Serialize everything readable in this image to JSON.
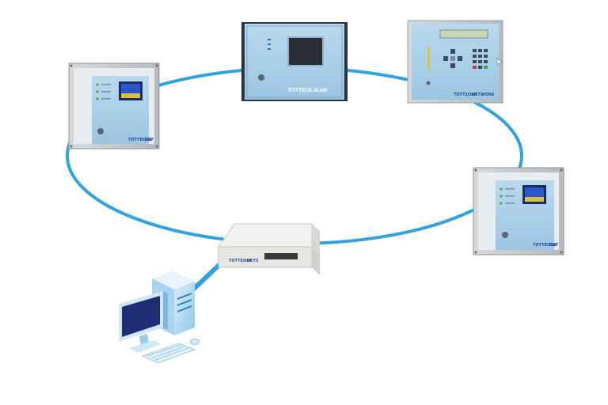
{
  "diagram": {
    "ring_color": "#2ea3e0",
    "panel_color": "#a9cde6",
    "link_color": "#2ea3e0",
    "nodes": [
      {
        "icon": "control-panel-icon",
        "brand_label": "TOTTEOLA",
        "model_label": "TWF"
      },
      {
        "icon": "touch-panel-icon",
        "brand_label": "TOTTEOLA",
        "model_label": "1200"
      },
      {
        "icon": "keypad-panel-icon",
        "brand_label": "TOTTEOLA",
        "model_label": "NETWORK"
      },
      {
        "icon": "control-panel-icon",
        "brand_label": "TOTTEOLA",
        "model_label": "TWF"
      },
      {
        "icon": "network-gateway-icon",
        "brand_label": "TOTTEOLA",
        "model_label": "PCT3"
      },
      {
        "icon": "desktop-computer-icon"
      }
    ]
  }
}
